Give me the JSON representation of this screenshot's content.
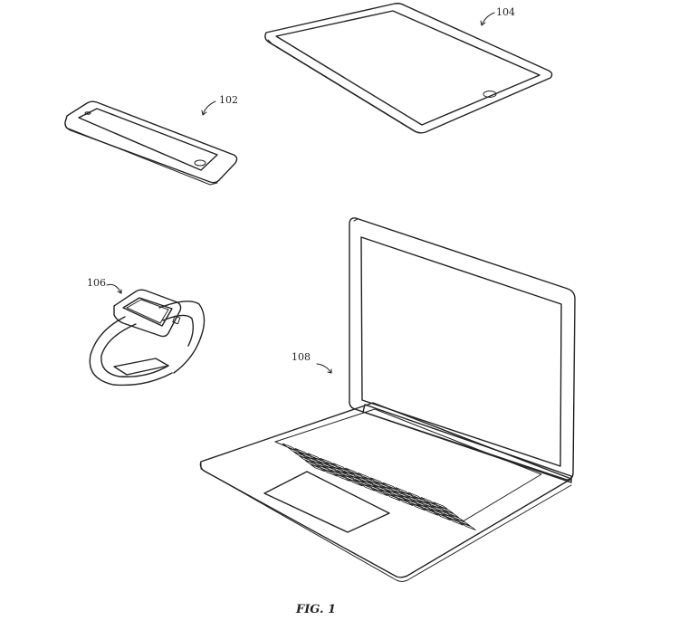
{
  "labels": {
    "phone": "102",
    "tablet": "104",
    "watch": "106",
    "laptop": "108"
  },
  "caption": "FIG. 1"
}
